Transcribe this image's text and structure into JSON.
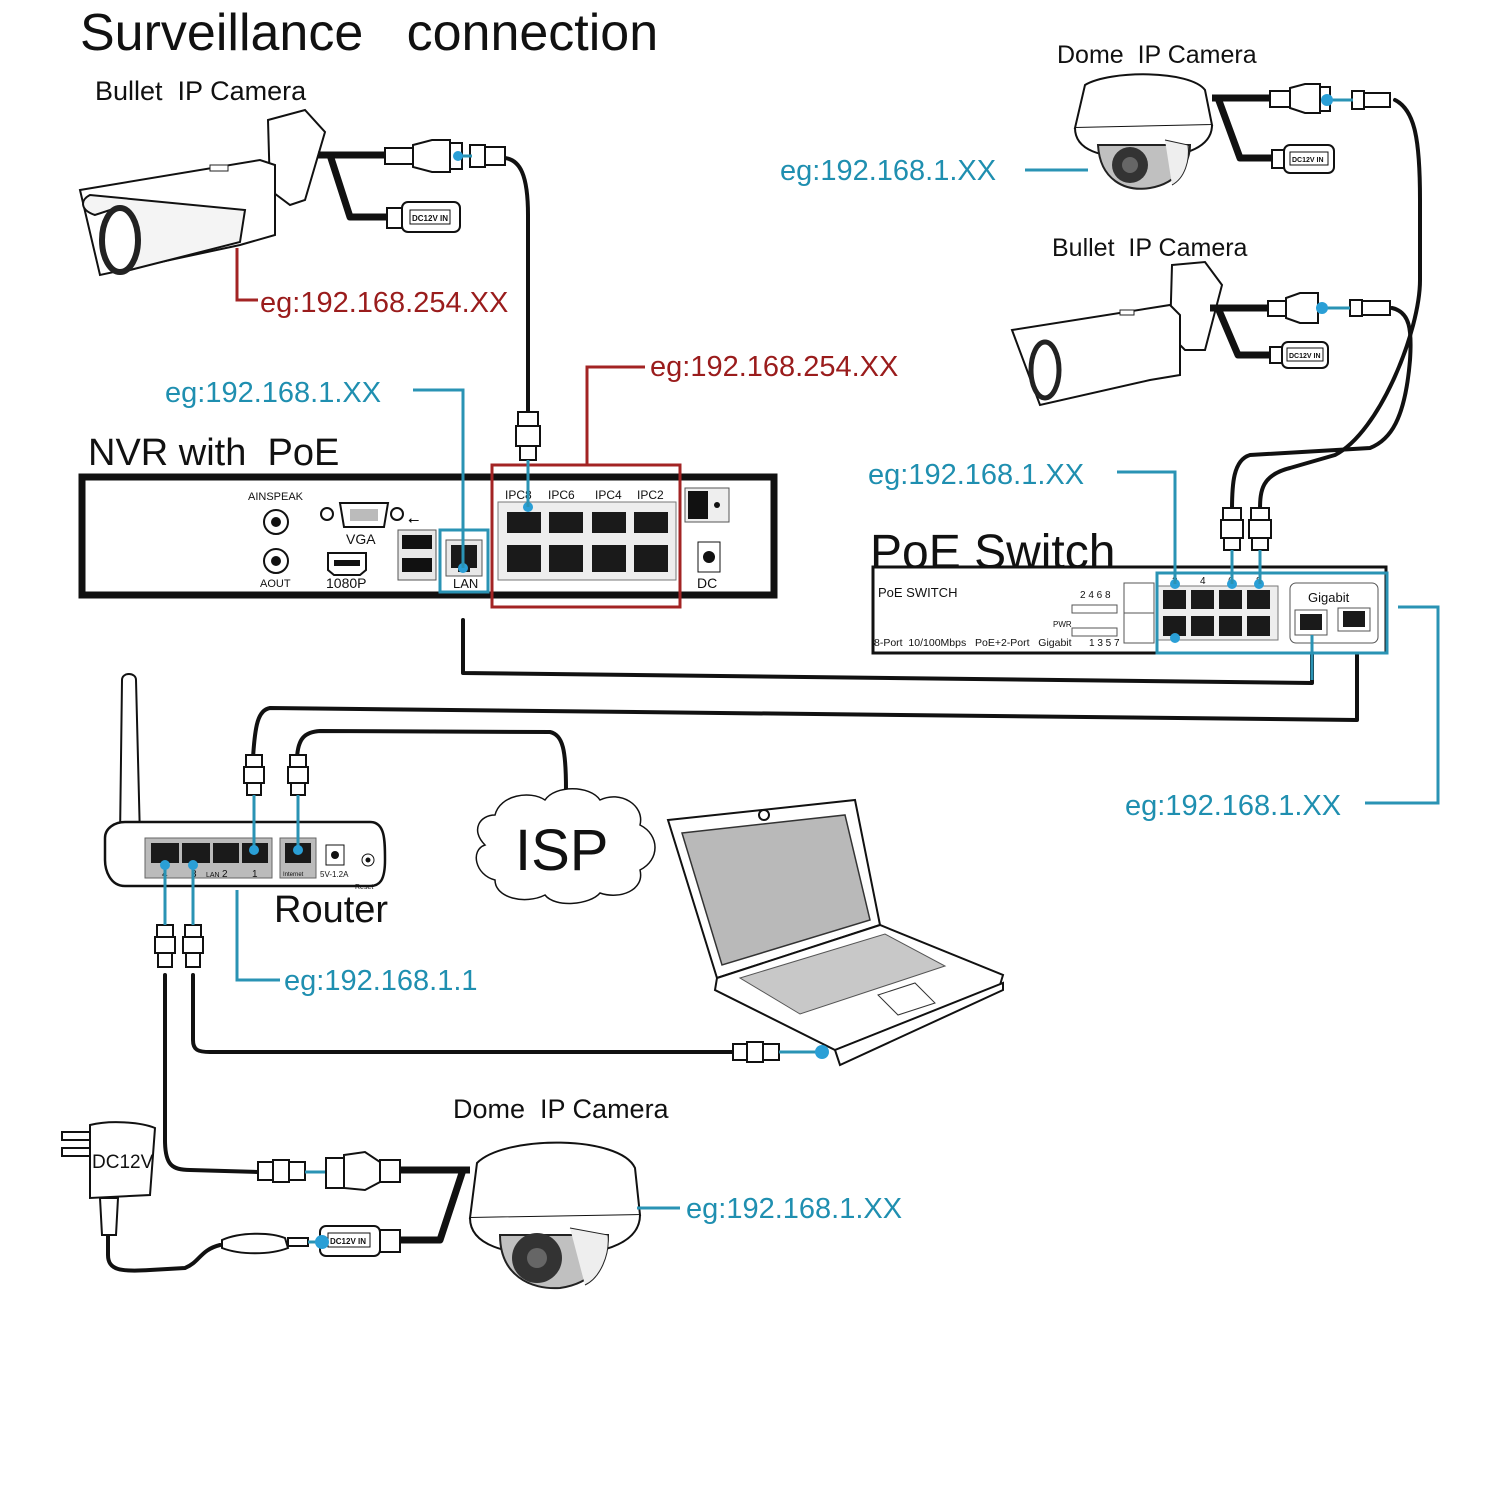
{
  "title": "Surveillance   connection",
  "colors": {
    "ip_blue": "#1f8fb0",
    "ip_red": "#9a1c1c",
    "cable": "#111111",
    "connector_dot": "#2a9fd6"
  },
  "bullet_camera_left": {
    "label": "Bullet  IP Camera",
    "ip": "eg:192.168.254.XX",
    "power_label": "DC12V IN"
  },
  "dome_camera_top": {
    "label": "Dome  IP Camera",
    "ip": "eg:192.168.1.XX",
    "power_label": "DC12V IN"
  },
  "bullet_camera_right": {
    "label": "Bullet  IP Camera",
    "power_label": "DC12V IN"
  },
  "nvr": {
    "label": "NVR with  PoE",
    "lan_ip": "eg:192.168.1.XX",
    "poe_ip": "eg:192.168.254.XX",
    "ports": {
      "ainspeak": "AINSPEAK",
      "aout": "AOUT",
      "vga": "VGA",
      "hdmi": "1080P",
      "lan": "LAN",
      "dc": "DC",
      "ipc": [
        "IPC8",
        "IPC6",
        "IPC4",
        "IPC2"
      ]
    }
  },
  "poe_switch": {
    "label": "PoE Switch",
    "ip_top": "eg:192.168.1.XX",
    "ip_right": "eg:192.168.1.XX",
    "panel_title": "PoE SWITCH",
    "panel_spec": "8-Port  10/100Mbps   PoE+2-Port   Gigabit",
    "led_top_numbers": "2 4 6 8",
    "led_bottom_numbers": "1 3 5 7",
    "pwr": "PWR",
    "port_top_numbers": [
      "2",
      "4",
      "6",
      "8"
    ],
    "gigabit": "Gigabit"
  },
  "router": {
    "label": "Router",
    "ip": "eg:192.168.1.1",
    "lan_label": "LAN",
    "port_numbers": [
      "4",
      "3",
      "2",
      "1"
    ],
    "internet": "Internet",
    "power": "5V-1.2A",
    "reset": "Reset"
  },
  "isp": {
    "label": "ISP"
  },
  "dome_camera_bottom": {
    "label": "Dome  IP Camera",
    "ip": "eg:192.168.1.XX",
    "power_label": "DC12V IN"
  },
  "power_adapter": {
    "label": "DC12V"
  }
}
